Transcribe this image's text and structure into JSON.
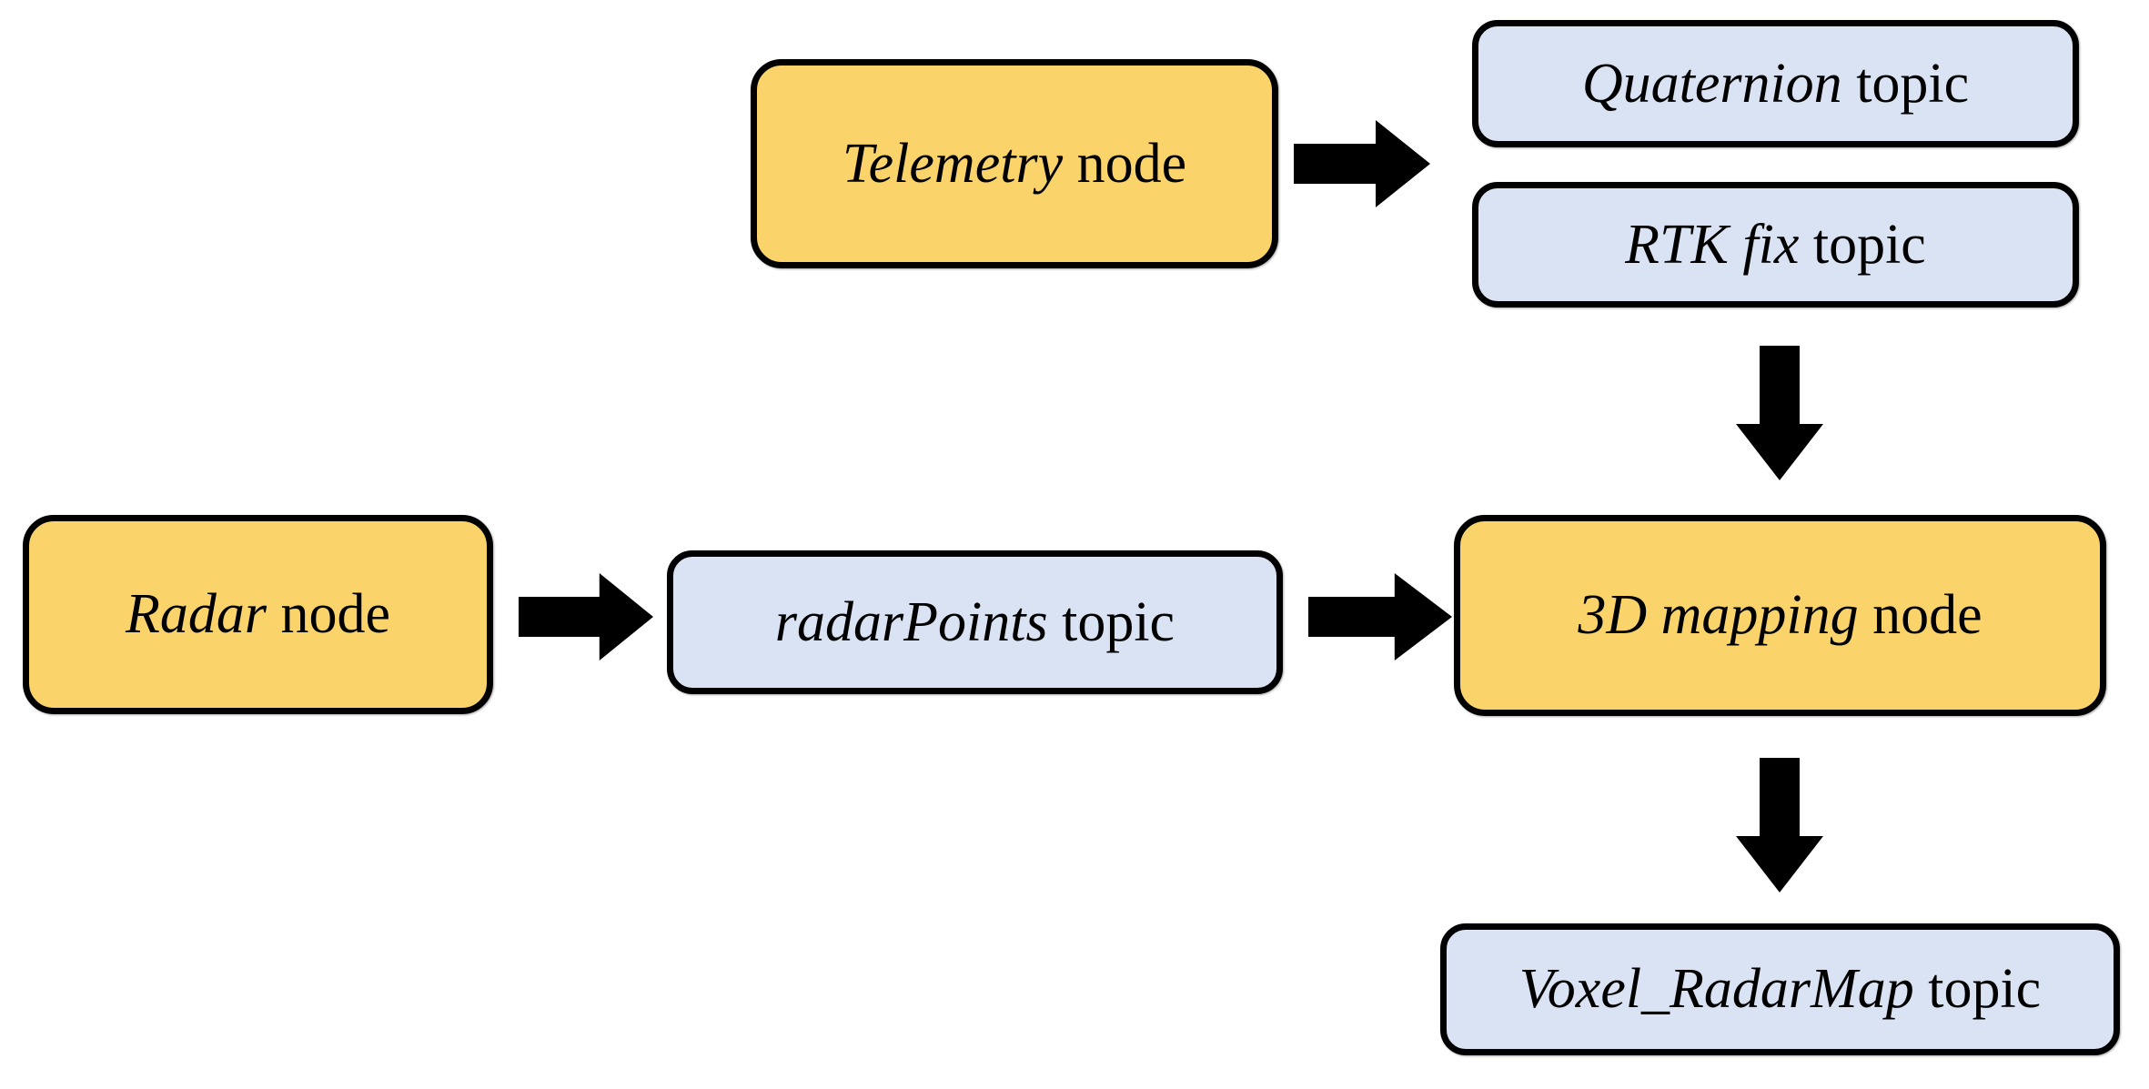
{
  "diagram": {
    "type": "flowchart",
    "colors": {
      "node_fill": "#FAD46B",
      "topic_fill": "#DAE3F3",
      "outline": "#000000",
      "arrow": "#000000",
      "background": "#FFFFFF",
      "text": "#000000"
    },
    "boxes": {
      "telemetry_node": {
        "emphasis": "Telemetry",
        "suffix": " node",
        "kind": "node"
      },
      "quaternion_topic": {
        "emphasis": "Quaternion",
        "suffix": " topic",
        "kind": "topic"
      },
      "rtk_fix_topic": {
        "emphasis": "RTK fix",
        "suffix": " topic",
        "kind": "topic"
      },
      "radar_node": {
        "emphasis": "Radar",
        "suffix": " node",
        "kind": "node"
      },
      "radar_points_topic": {
        "emphasis": "radarPoints",
        "suffix": " topic",
        "kind": "topic"
      },
      "mapping_node": {
        "emphasis": "3D mapping",
        "suffix": " node",
        "kind": "node"
      },
      "voxel_radar_map_topic": {
        "emphasis": "Voxel_RadarMap",
        "suffix": " topic",
        "kind": "topic"
      }
    },
    "edges": [
      {
        "from": "Telemetry node",
        "to": "Quaternion topic / RTK fix topic",
        "direction": "right"
      },
      {
        "from": "RTK fix topic",
        "to": "3D mapping node",
        "direction": "down"
      },
      {
        "from": "Radar node",
        "to": "radarPoints topic",
        "direction": "right"
      },
      {
        "from": "radarPoints topic",
        "to": "3D mapping node",
        "direction": "right"
      },
      {
        "from": "3D mapping node",
        "to": "Voxel_RadarMap topic",
        "direction": "down"
      }
    ]
  }
}
